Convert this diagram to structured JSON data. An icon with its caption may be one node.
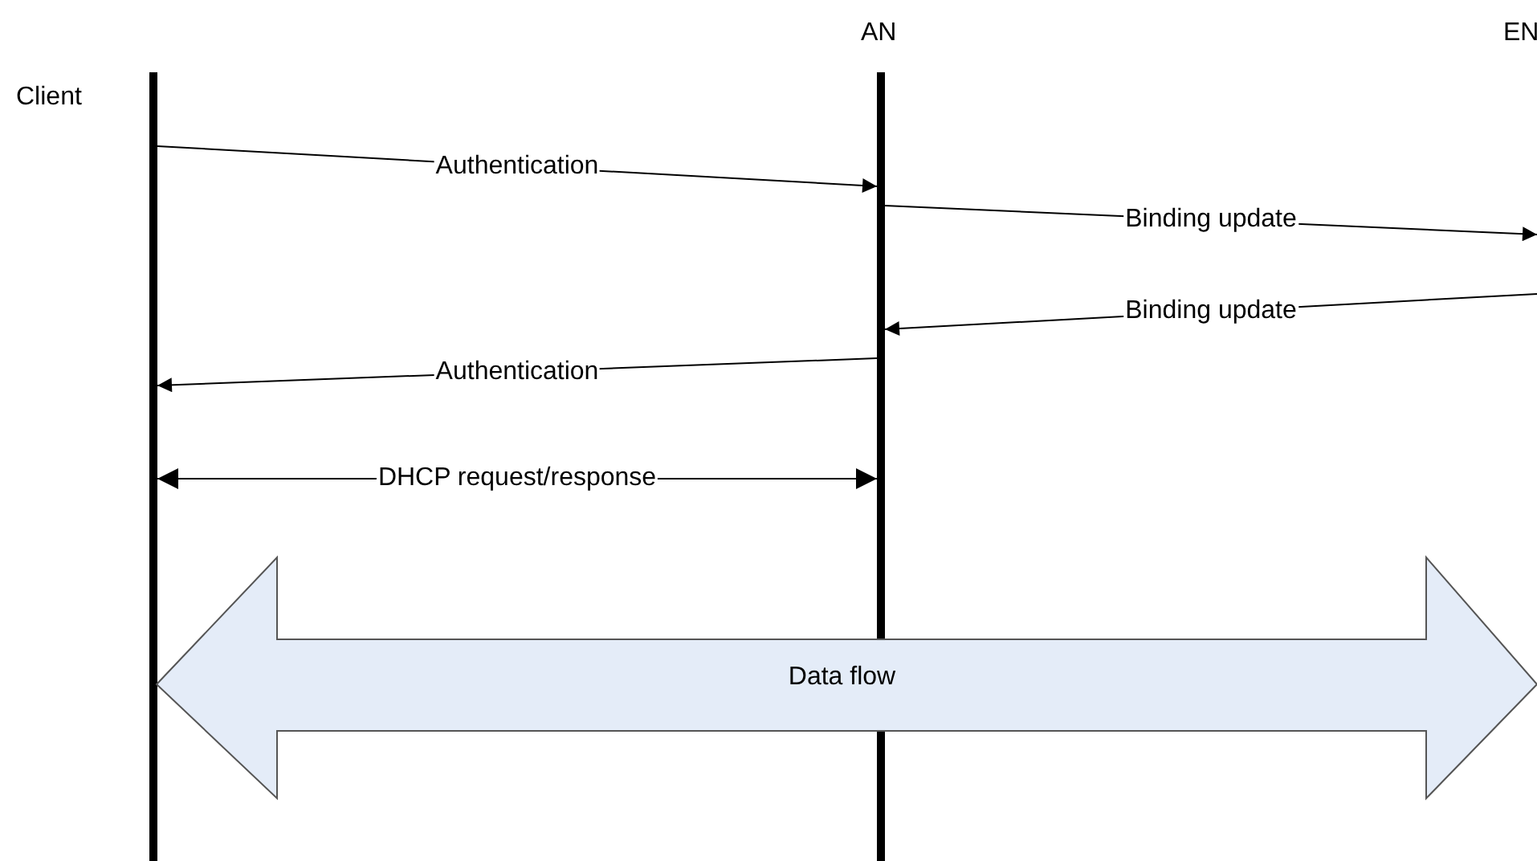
{
  "diagram": {
    "nodes": [
      {
        "text": [
          "Client"
        ]
      },
      {
        "text": [
          "AN"
        ]
      },
      {
        "text": [
          "EN"
        ]
      }
    ],
    "edges": [
      {
        "from": 0,
        "to": 1,
        "arrow": "to",
        "label": "Authentication"
      },
      {
        "from": 1,
        "to": 2,
        "arrow": "to",
        "label": "Binding update"
      },
      {
        "from": 2,
        "to": 1,
        "arrow": "to",
        "label": "Binding update"
      },
      {
        "from": 1,
        "to": 0,
        "arrow": "to",
        "label": "Authentication"
      },
      {
        "from": 0,
        "to": 1,
        "arrow": "both",
        "label": "DHCP request/response"
      },
      {
        "from": 0,
        "to": 2,
        "arrow": "both",
        "label": "Data flow",
        "style": "thick"
      }
    ]
  }
}
